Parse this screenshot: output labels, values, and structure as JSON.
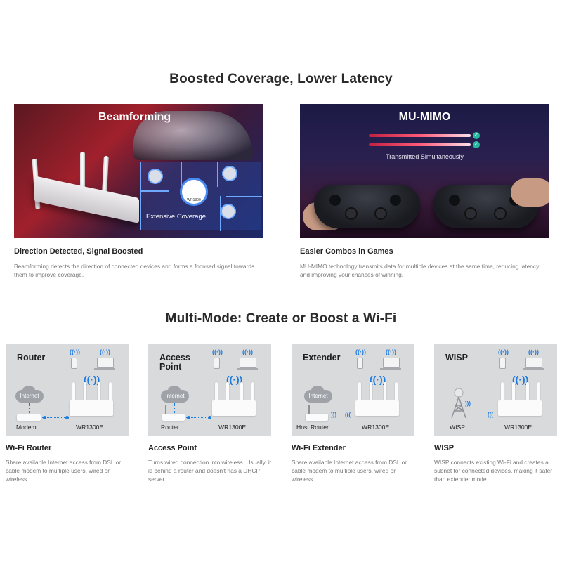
{
  "section1": {
    "title": "Boosted Coverage, Lower Latency",
    "features": [
      {
        "banner_title": "Beamforming",
        "banner_caption": "Extensive Coverage",
        "badge": "WR1300",
        "heading": "Direction Detected, Signal Boosted",
        "description": "Beamforming detects the direction of connected devices and forms a focused signal towards them to improve coverage."
      },
      {
        "banner_title": "MU-MIMO",
        "banner_caption": "Transmitted Simultaneously",
        "heading": "Easier Combos in Games",
        "description": "MU-MIMO technology transmits data for multiple devices at the same time, reducing latency and improving your chances of winning."
      }
    ]
  },
  "section2": {
    "title": "Multi-Mode: Create or Boost a Wi-Fi",
    "modes": [
      {
        "panel_title": "Router",
        "cloud": "Internet",
        "source_label": "Modem",
        "device_label": "WR1300E",
        "heading": "Wi-Fi Router",
        "description": "Share available Internet access from DSL or cable modem to multiple users, wired or wireless."
      },
      {
        "panel_title": "Access Point",
        "cloud": "Internet",
        "source_label": "Router",
        "device_label": "WR1300E",
        "heading": "Access Point",
        "description": "Turns wired connection into wireless. Usually, it is behind a router and doesn't has a DHCP server."
      },
      {
        "panel_title": "Extender",
        "cloud": "Internet",
        "source_label": "Host Router",
        "device_label": "WR1300E",
        "heading": "Wi-Fi Extender",
        "description": "Share available Internet access from DSL or cable modem to multiple users, wired or wireless."
      },
      {
        "panel_title": "WISP",
        "source_label": "WISP",
        "device_label": "WR1300E",
        "heading": "WISP",
        "description": "WISP connects existing Wi-Fi and creates a subnet for connected devices, making it safer than extender mode."
      }
    ]
  },
  "colors": {
    "accent": "#1e7be0",
    "panel": "#d9dadc",
    "heading": "#222222",
    "body_text": "#777777"
  },
  "icons": [
    "wifi-icon",
    "phone-icon",
    "laptop-icon",
    "router-icon",
    "cloud-icon",
    "tower-icon",
    "check-icon"
  ]
}
